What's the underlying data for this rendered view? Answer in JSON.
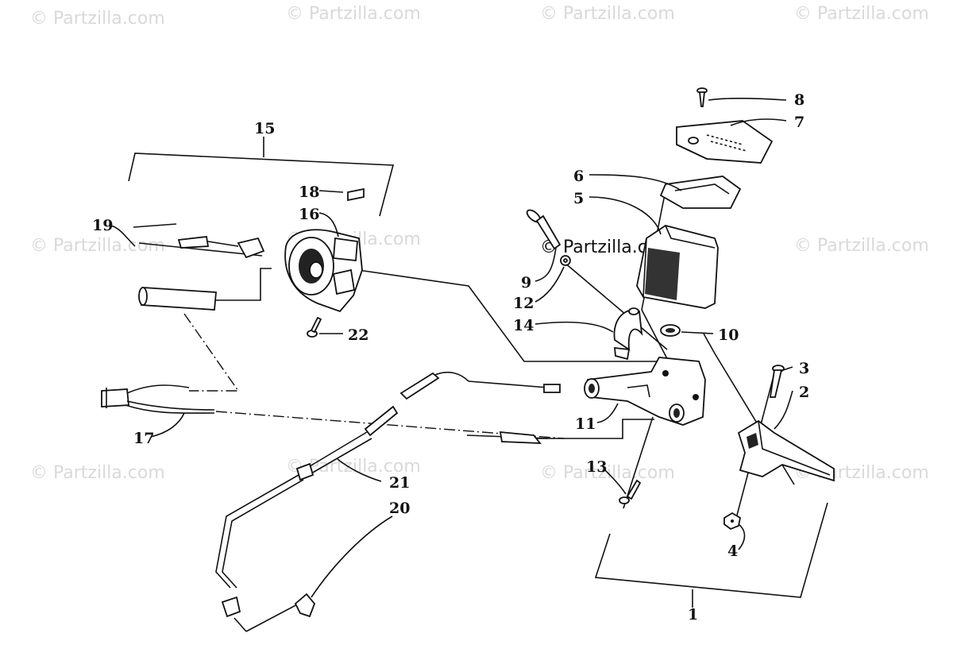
{
  "watermark": {
    "text": "© Partzilla.com"
  },
  "callouts": {
    "c1": "1",
    "c2": "2",
    "c3": "3",
    "c4": "4",
    "c5": "5",
    "c6": "6",
    "c7": "7",
    "c8": "8",
    "c9": "9",
    "c10": "10",
    "c11": "11",
    "c12": "12",
    "c13": "13",
    "c14": "14",
    "c15": "15",
    "c16": "16",
    "c17": "17",
    "c18": "18",
    "c19": "19",
    "c20": "20",
    "c21": "21",
    "c22": "22"
  }
}
